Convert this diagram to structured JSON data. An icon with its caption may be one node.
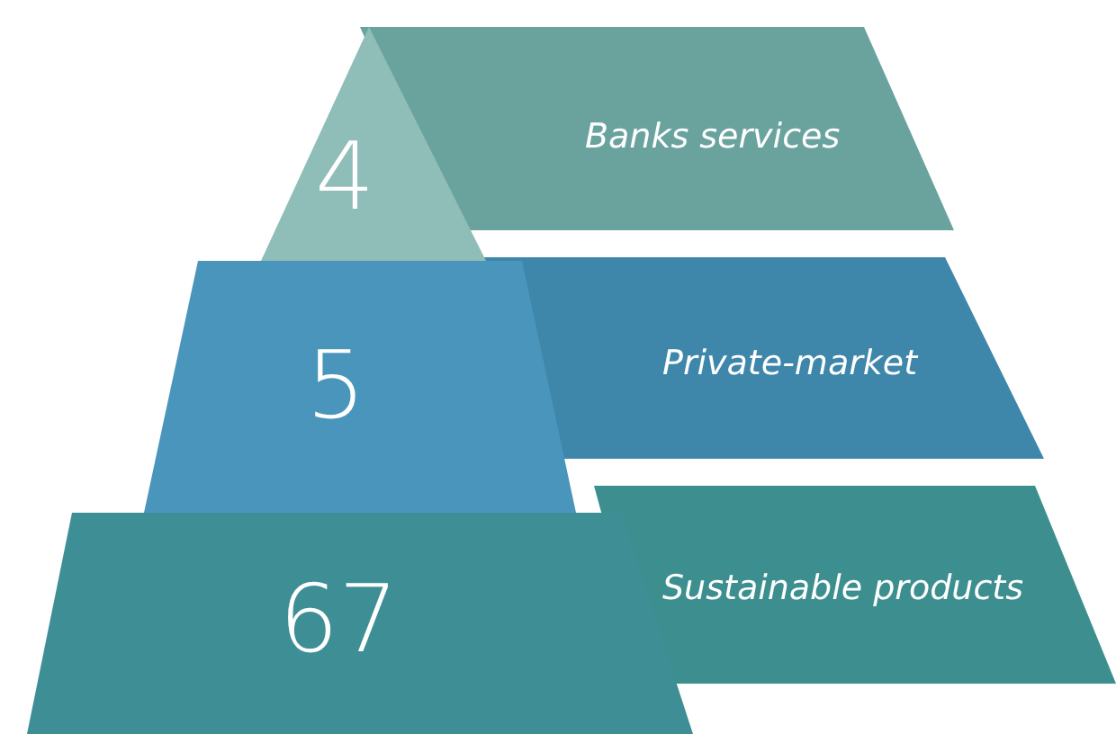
{
  "diagram": {
    "nodes": [
      {
        "text": [
          "Banks services"
        ]
      },
      {
        "text": [
          "Private-market"
        ]
      },
      {
        "text": [
          "Sustainable products"
        ]
      },
      {
        "text": [
          "4"
        ]
      },
      {
        "text": [
          "5"
        ]
      },
      {
        "text": [
          "67"
        ]
      }
    ]
  }
}
